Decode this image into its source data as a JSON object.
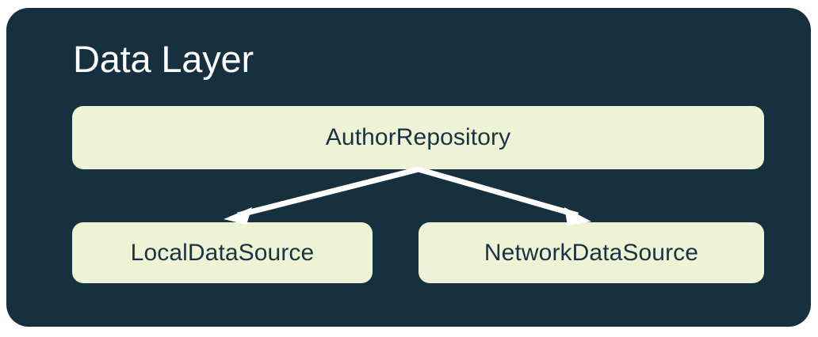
{
  "diagram": {
    "title": "Data Layer",
    "colors": {
      "panel_background": "#17303f",
      "node_background": "#edf3d4",
      "node_text": "#1b3243",
      "title_text": "#ffffff",
      "arrow": "#ffffff",
      "canvas_background": "#ffffff"
    },
    "nodes": [
      {
        "id": "repository",
        "label": "AuthorRepository",
        "role": "repository"
      },
      {
        "id": "local",
        "label": "LocalDataSource",
        "role": "data-source"
      },
      {
        "id": "network",
        "label": "NetworkDataSource",
        "role": "data-source"
      }
    ],
    "edges": [
      {
        "from": "repository",
        "to": "local",
        "style": "solid-arrow"
      },
      {
        "from": "repository",
        "to": "network",
        "style": "solid-arrow"
      }
    ]
  }
}
